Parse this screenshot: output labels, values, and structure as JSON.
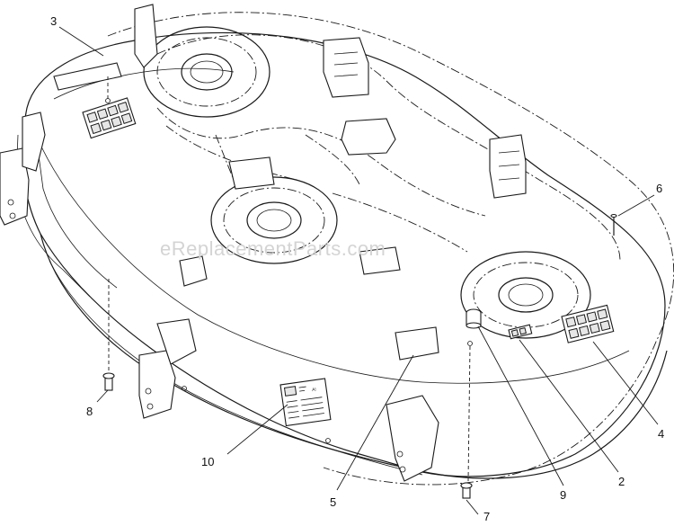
{
  "watermark": "eReplacementParts.com",
  "callouts": [
    {
      "id": "3",
      "label": "3"
    },
    {
      "id": "6",
      "label": "6"
    },
    {
      "id": "8",
      "label": "8"
    },
    {
      "id": "10",
      "label": "10"
    },
    {
      "id": "5",
      "label": "5"
    },
    {
      "id": "9",
      "label": "9"
    },
    {
      "id": "2",
      "label": "2"
    },
    {
      "id": "4",
      "label": "4"
    },
    {
      "id": "7",
      "label": "7"
    }
  ],
  "decal_10": {
    "corner_mark": "A!"
  }
}
